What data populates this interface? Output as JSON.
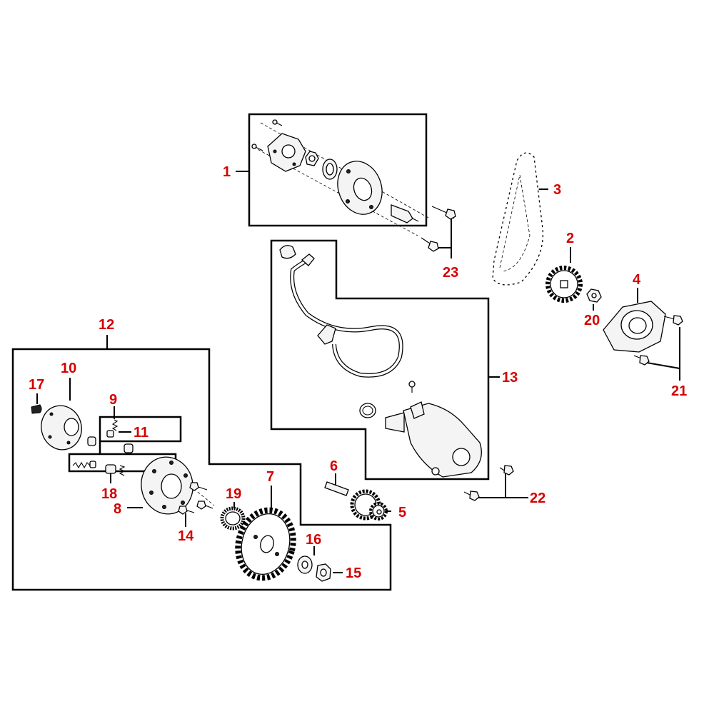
{
  "diagram": {
    "colors": {
      "callout": "#d40000",
      "line": "#000000",
      "background": "#ffffff"
    },
    "callouts": {
      "c1": "1",
      "c2": "2",
      "c3": "3",
      "c4": "4",
      "c5": "5",
      "c6": "6",
      "c7": "7",
      "c8": "8",
      "c9": "9",
      "c10": "10",
      "c11": "11",
      "c12": "12",
      "c13": "13",
      "c14": "14",
      "c15": "15",
      "c16": "16",
      "c17": "17",
      "c18": "18",
      "c19": "19",
      "c20": "20",
      "c21": "21",
      "c22": "22",
      "c23": "23"
    }
  }
}
